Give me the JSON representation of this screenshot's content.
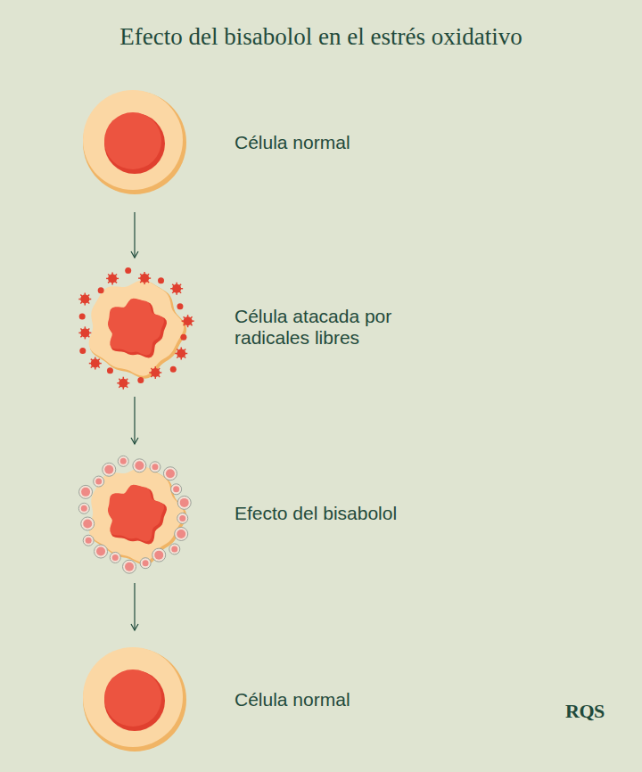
{
  "diagram": {
    "title": "Efecto del bisabolol en el estrés oxidativo",
    "nodes": [
      {
        "text": [
          "Célula normal"
        ]
      },
      {
        "text": [
          "Célula atacada por radicales libres"
        ]
      },
      {
        "text": [
          "Efecto del bisabolol"
        ]
      },
      {
        "text": [
          "Célula normal"
        ]
      }
    ],
    "edges": [
      {
        "from": 0,
        "to": 1,
        "arrow": "to"
      },
      {
        "from": 1,
        "to": 2,
        "arrow": "to"
      },
      {
        "from": 2,
        "to": 3,
        "arrow": "to"
      }
    ],
    "labels": [
      "RQS"
    ]
  }
}
